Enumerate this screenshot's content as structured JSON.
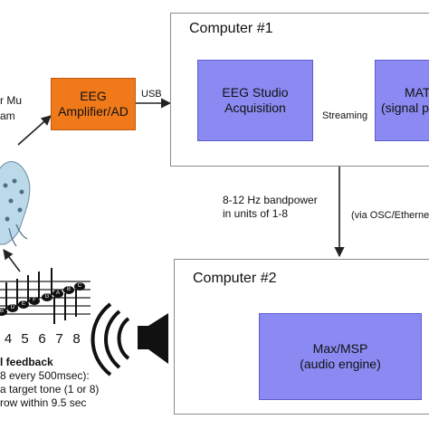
{
  "subject_label_lines": [
    "r Mu",
    "am"
  ],
  "amplifier": {
    "lines": [
      "EEG",
      "Amplifier/AD"
    ]
  },
  "usb_label": "USB",
  "computer1": {
    "title": "Computer #1",
    "eeg_studio": {
      "lines": [
        "EEG Studio",
        "Acquisition"
      ]
    },
    "streaming_label": "Streaming",
    "matlab": {
      "lines": [
        "MAT",
        "(signal pr"
      ]
    }
  },
  "bandpower_lines": [
    "8-12 Hz bandpower",
    "in units of 1-8"
  ],
  "osc_label": "(via OSC/Etherne",
  "computer2": {
    "title": "Computer #2",
    "maxmsp": {
      "lines": [
        "Max/MSP",
        "(audio engine)"
      ]
    }
  },
  "staff": {
    "notes": [
      "B",
      "D",
      "E",
      "F",
      "G",
      "A",
      "B",
      "C"
    ],
    "numbers": [
      "4",
      "5",
      "6",
      "7",
      "8"
    ]
  },
  "feedback_lines": [
    "l feedback",
    "8 every 500msec):",
    "a target tone (1 or 8)",
    "row within 9.5 sec"
  ],
  "colors": {
    "blue_box": "#8a8af2",
    "orange_box": "#f07a1a",
    "panel_border": "#8c8c8c"
  }
}
